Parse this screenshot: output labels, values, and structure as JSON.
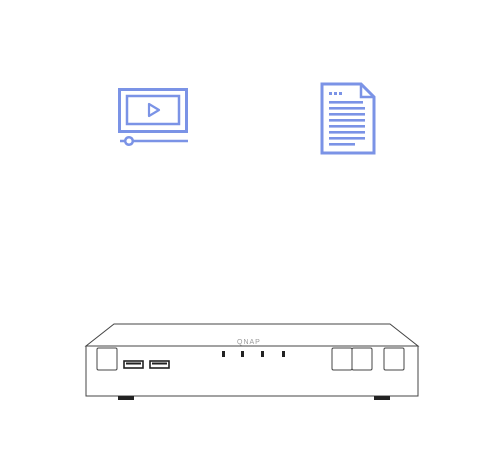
{
  "icons": [
    {
      "name": "video-player-icon",
      "color": "#7B93E6"
    },
    {
      "name": "document-icon",
      "color": "#7B93E6"
    }
  ],
  "device": {
    "name": "nas-switch-device",
    "brand_logo": "QNAP",
    "status_leds": 4,
    "usb_ports": 2,
    "drive_bays_right": 3
  }
}
